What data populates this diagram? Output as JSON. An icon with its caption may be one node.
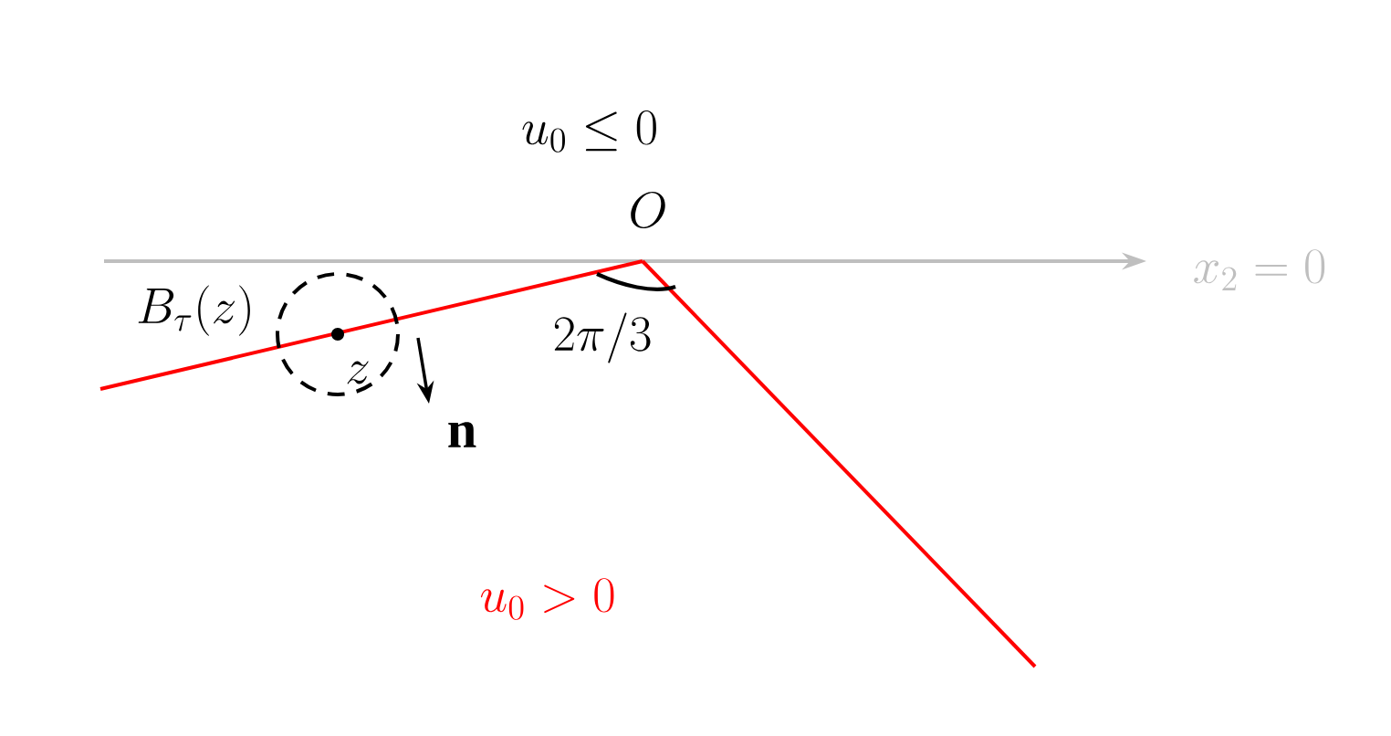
{
  "diagram": {
    "labels": [
      "u_0 \\le 0",
      "O",
      "x_2 = 0",
      "B_\\tau(z)",
      "z",
      "2\\pi/3",
      "\\mathbf{n}",
      "u_0 > 0"
    ]
  }
}
